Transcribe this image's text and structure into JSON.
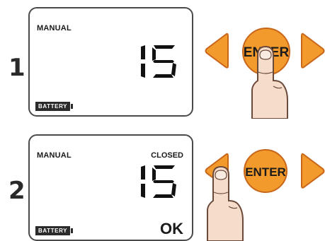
{
  "steps": [
    {
      "number": "1",
      "display": {
        "mode": "MANUAL",
        "status": "",
        "value": "15",
        "battery": "BATTERY",
        "confirm": ""
      },
      "buttons": {
        "left": "previous",
        "enter": "ENTER",
        "right": "next"
      },
      "pressed": "enter"
    },
    {
      "number": "2",
      "display": {
        "mode": "MANUAL",
        "status": "CLOSED",
        "value": "15",
        "battery": "BATTERY",
        "confirm": "OK"
      },
      "buttons": {
        "left": "previous",
        "enter": "ENTER",
        "right": "next"
      },
      "pressed": "left"
    }
  ],
  "colors": {
    "button_fill": "#f39a2c",
    "button_stroke": "#c8661a",
    "lcd_border": "#4a4a4a",
    "segment": "#111111",
    "skin": "#f6dccb",
    "skin_stroke": "#6b4a3a"
  },
  "icons": {
    "left_button": "triangle-left-icon",
    "right_button": "triangle-right-icon",
    "hand": "pointing-finger-icon"
  }
}
